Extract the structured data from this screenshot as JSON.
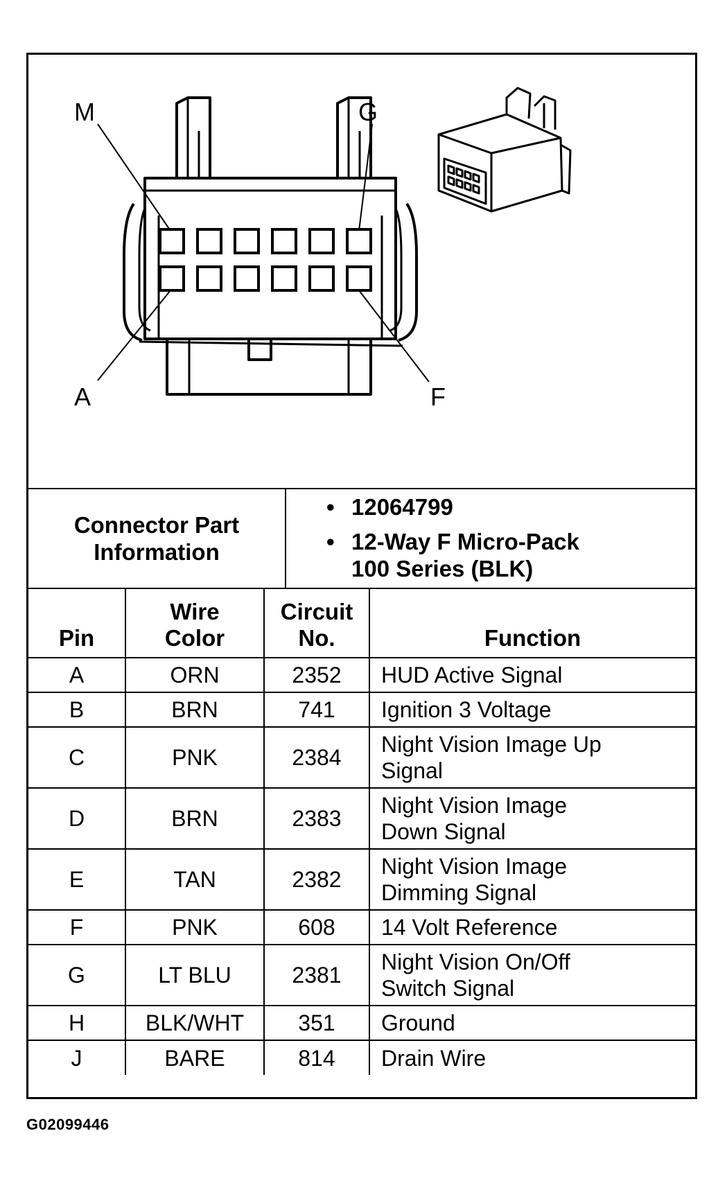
{
  "diagram": {
    "callouts": {
      "m": "M",
      "g": "G",
      "a": "A",
      "f": "F"
    }
  },
  "connector_info": {
    "label": "Connector Part\nInformation",
    "items": [
      "12064799",
      "12-Way F Micro-Pack\n100 Series (BLK)"
    ]
  },
  "table": {
    "headers": {
      "pin": "Pin",
      "wire_color": "Wire\nColor",
      "circuit": "Circuit\nNo.",
      "function": "Function"
    },
    "rows": [
      {
        "pin": "A",
        "color": "ORN",
        "circuit": "2352",
        "function": "HUD Active Signal"
      },
      {
        "pin": "B",
        "color": "BRN",
        "circuit": "741",
        "function": "Ignition 3 Voltage"
      },
      {
        "pin": "C",
        "color": "PNK",
        "circuit": "2384",
        "function": "Night Vision Image Up\nSignal"
      },
      {
        "pin": "D",
        "color": "BRN",
        "circuit": "2383",
        "function": "Night Vision Image\nDown Signal"
      },
      {
        "pin": "E",
        "color": "TAN",
        "circuit": "2382",
        "function": "Night Vision Image\nDimming Signal"
      },
      {
        "pin": "F",
        "color": "PNK",
        "circuit": "608",
        "function": "14 Volt Reference"
      },
      {
        "pin": "G",
        "color": "LT BLU",
        "circuit": "2381",
        "function": "Night Vision On/Off\nSwitch Signal"
      },
      {
        "pin": "H",
        "color": "BLK/WHT",
        "circuit": "351",
        "function": "Ground"
      },
      {
        "pin": "J",
        "color": "BARE",
        "circuit": "814",
        "function": "Drain Wire"
      }
    ]
  },
  "figure_code": "G02099446"
}
